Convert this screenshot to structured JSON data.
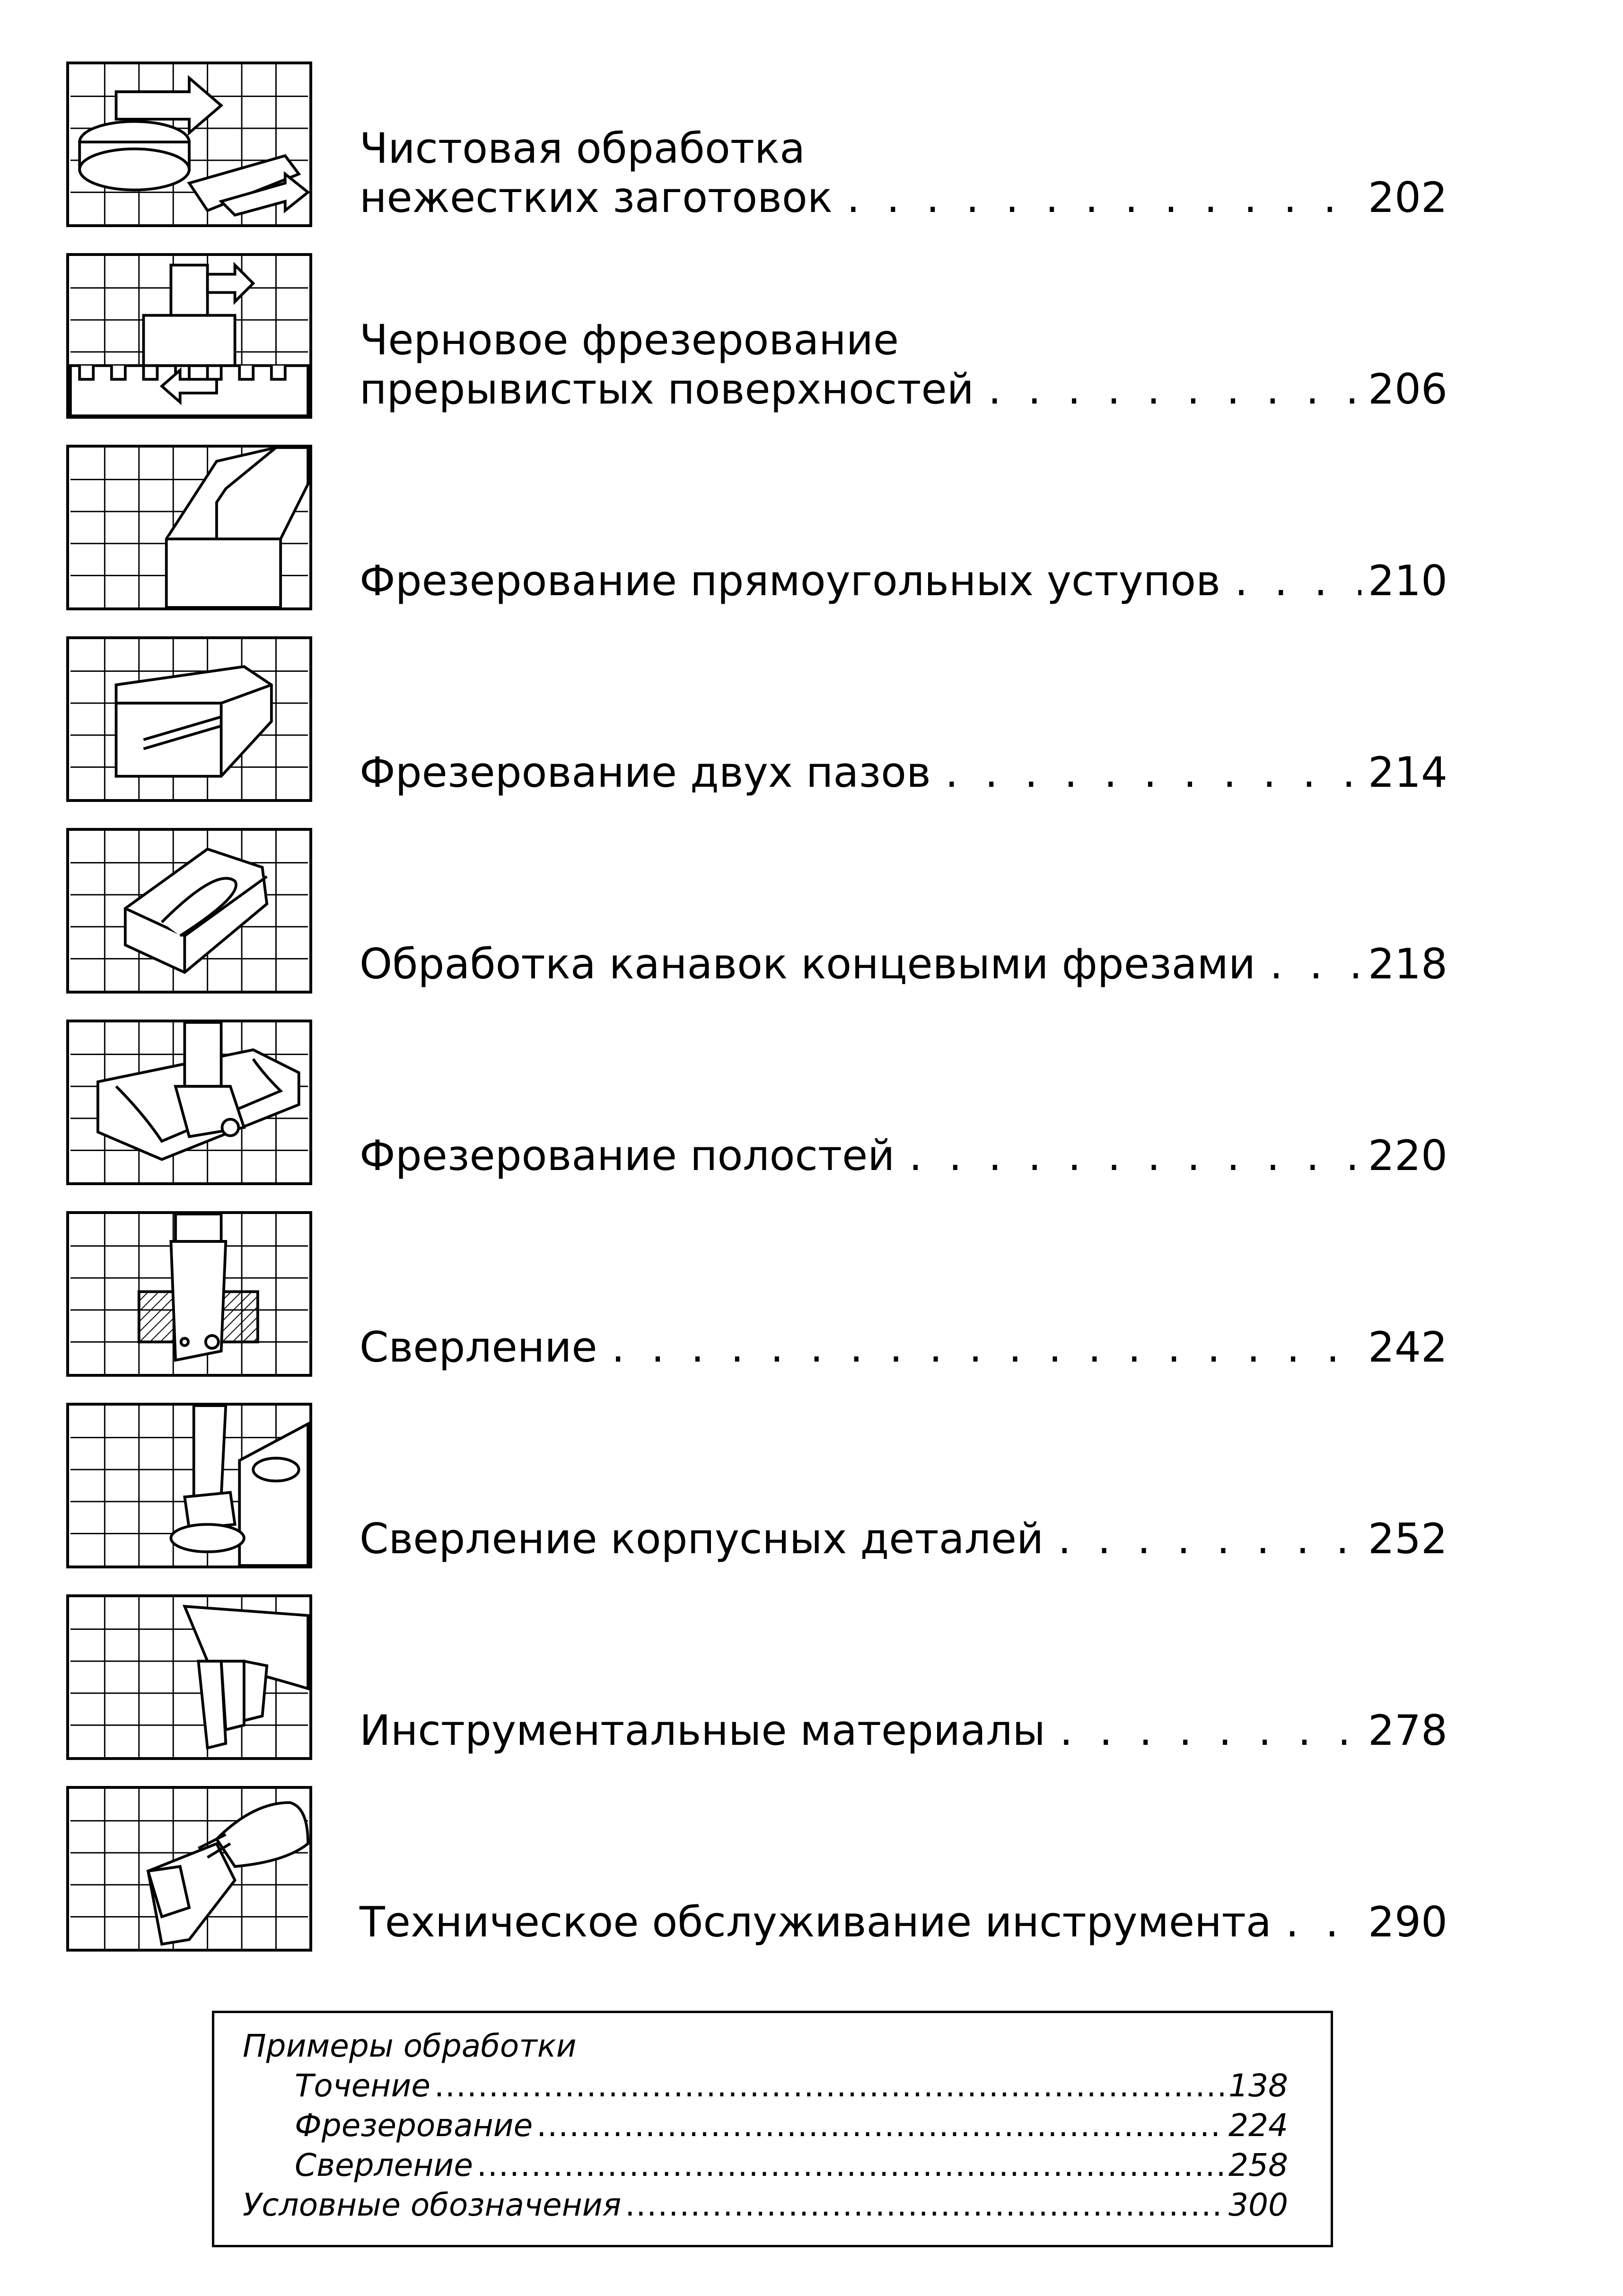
{
  "entries": [
    {
      "lines": [
        "Чистовая обработка",
        "нежестких заготовок"
      ],
      "page": "202",
      "icon": "milling-nonrigid-icon"
    },
    {
      "lines": [
        "Черновое фрезерование",
        "прерывистых поверхностей"
      ],
      "page": "206",
      "icon": "rough-milling-icon"
    },
    {
      "lines": [
        "Фрезерование прямоугольных уступов"
      ],
      "page": "210",
      "icon": "shoulder-milling-icon"
    },
    {
      "lines": [
        "Фрезерование двух пазов"
      ],
      "page": "214",
      "icon": "slot-milling-icon"
    },
    {
      "lines": [
        "Обработка канавок концевыми фрезами"
      ],
      "page": "218",
      "icon": "groove-endmill-icon"
    },
    {
      "lines": [
        "Фрезерование полостей"
      ],
      "page": "220",
      "icon": "cavity-milling-icon"
    },
    {
      "lines": [
        "Сверление"
      ],
      "page": "242",
      "icon": "drilling-icon"
    },
    {
      "lines": [
        "Сверление корпусных деталей"
      ],
      "page": "252",
      "icon": "housing-drilling-icon"
    },
    {
      "lines": [
        "Инструментальные материалы"
      ],
      "page": "278",
      "icon": "tool-materials-icon"
    },
    {
      "lines": [
        "Техническое обслуживание инструмента"
      ],
      "page": "290",
      "icon": "tool-maintenance-icon"
    }
  ],
  "box": {
    "heading": "Примеры обработки",
    "items": [
      {
        "label": "Точение",
        "page": "138"
      },
      {
        "label": "Фрезерование",
        "page": "224"
      },
      {
        "label": "Сверление",
        "page": "258"
      }
    ],
    "footer": {
      "label": "Условные обозначения",
      "page": "300"
    }
  }
}
